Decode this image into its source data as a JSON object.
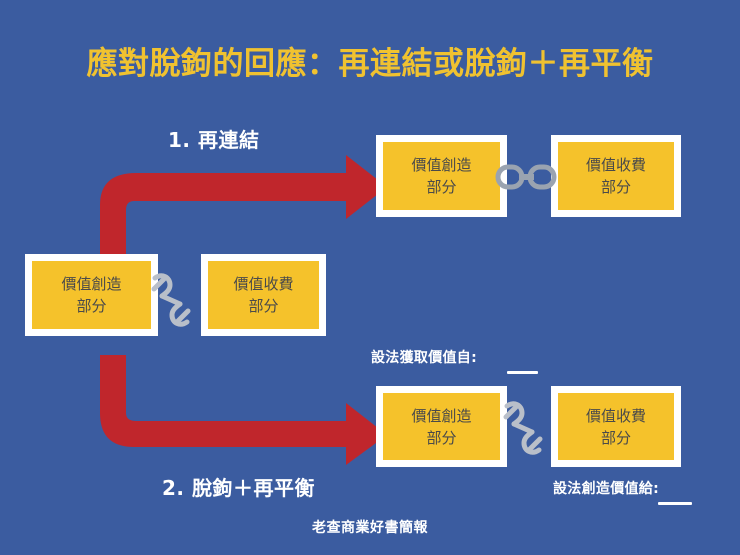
{
  "slide": {
    "title": "應對脫鉤的回應：再連結或脫鉤＋再平衡",
    "footer": "老查商業好書簡報",
    "colors": {
      "background": "#3b5ca0",
      "title_text": "#f0c230",
      "box_fill": "#f5c22b",
      "box_border": "#ffffff",
      "box_text": "#4a4a4a",
      "arrow": "#c0262c",
      "chain": "#b9bfc9",
      "label_text": "#ffffff"
    }
  },
  "steps": {
    "step1_label": "1. 再連結",
    "step2_label": "2. 脫鉤＋再平衡"
  },
  "boxes": {
    "origin_create": "價值創造\n部分",
    "origin_capture": "價值收費\n部分",
    "top_create": "價值創造\n部分",
    "top_capture": "價值收費\n部分",
    "bottom_create": "價值創造\n部分",
    "bottom_capture": "價值收費\n部分"
  },
  "icons": {
    "origin_chain": "broken-chain-icon",
    "top_chain": "linked-chain-icon",
    "bottom_chain": "broken-chain-icon",
    "top_arrow": "curved-arrow-up-right-icon",
    "bottom_arrow": "curved-arrow-down-right-icon"
  },
  "notes": {
    "capture_value_from": "設法獲取價值自:",
    "create_value_for": "設法創造價值給:"
  }
}
